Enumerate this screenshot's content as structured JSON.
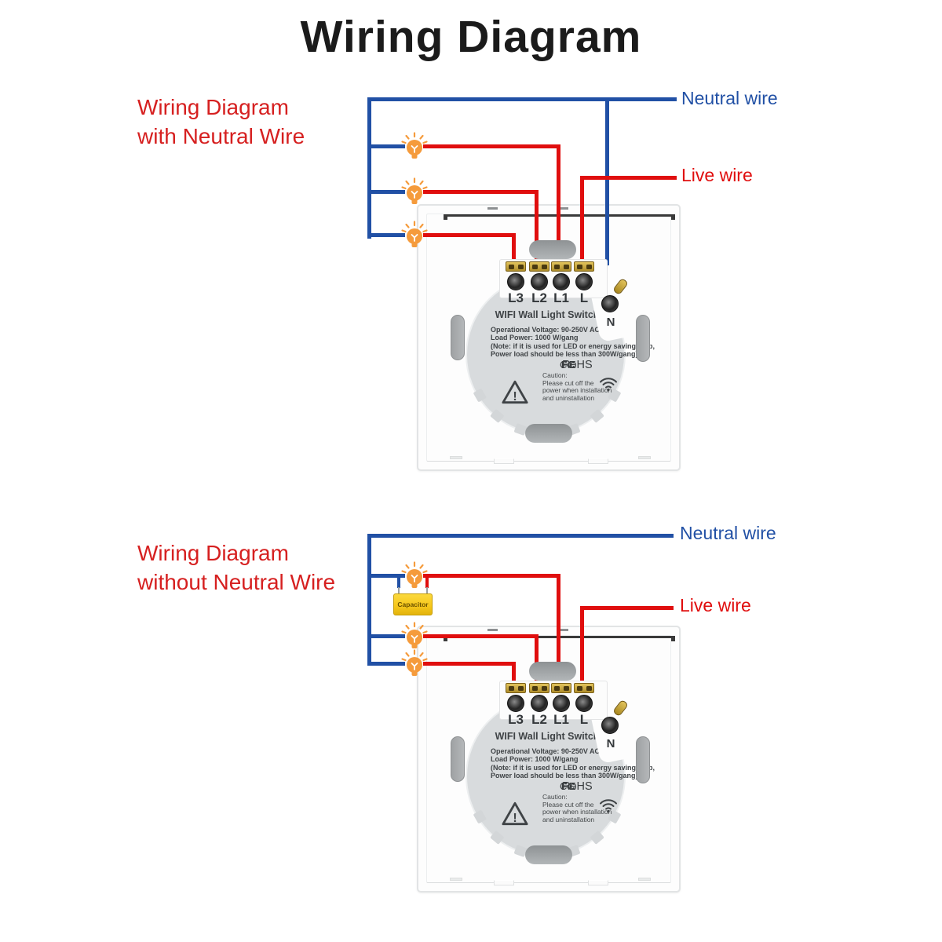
{
  "page": {
    "title": "Wiring Diagram"
  },
  "colors": {
    "neutral_wire": "#2150A5",
    "live_wire": "#E00E0E",
    "section_title": "#D62020",
    "bulb": "#F59B3C",
    "capacitor_fill": "#F7C81C"
  },
  "icons": {
    "bulb": "bulb-icon",
    "wifi": "wifi-icon",
    "warning": "warning-triangle-icon"
  },
  "sections": [
    {
      "title_line1": "Wiring Diagram",
      "title_line2": "with Neutral Wire",
      "neutral_label": "Neutral wire",
      "live_label": "Live wire"
    },
    {
      "title_line1": "Wiring Diagram",
      "title_line2": "without Neutral Wire",
      "neutral_label": "Neutral wire",
      "live_label": "Live wire",
      "capacitor_label": "Capacitor"
    }
  ],
  "device": {
    "title": "WIFI Wall Light Switch",
    "terminals": [
      "L3",
      "L2",
      "L1",
      "L"
    ],
    "neutral_terminal": "N",
    "specs": [
      "Operational Voltage: 90-250V AC",
      "Load Power: 1000 W/gang",
      "(Note: if it is used for LED or energy saving bulb,",
      "Power load should be less than 300W/gang)"
    ],
    "certs": {
      "ce": "CE",
      "fcc": "FC",
      "rohs": "RoHS"
    },
    "caution": [
      "Caution:",
      "Please cut off the",
      "power when installation",
      "and uninstallation"
    ]
  }
}
